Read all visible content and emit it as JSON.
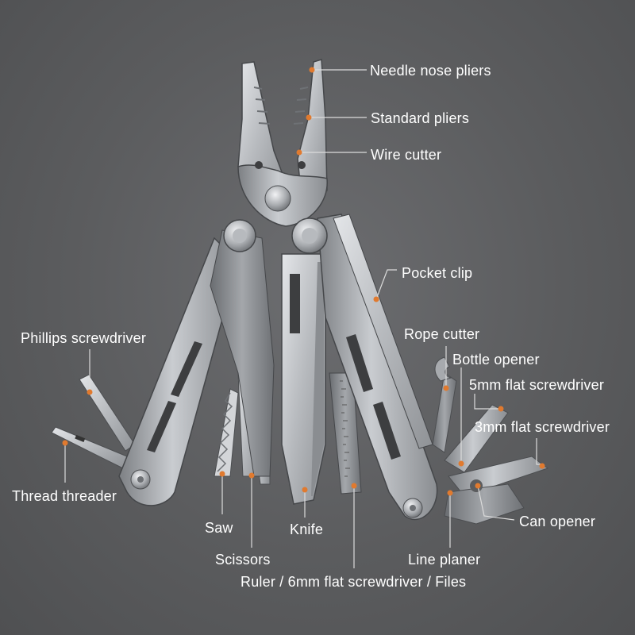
{
  "accent_color": "#e07a2f",
  "labels": {
    "needle_nose_pliers": "Needle nose pliers",
    "standard_pliers": "Standard pliers",
    "wire_cutter": "Wire cutter",
    "pocket_clip": "Pocket clip",
    "phillips_screwdriver": "Phillips screwdriver",
    "rope_cutter": "Rope cutter",
    "bottle_opener": "Bottle opener",
    "flat_5mm": "5mm flat screwdriver",
    "flat_3mm": "3mm flat screwdriver",
    "thread_threader": "Thread threader",
    "can_opener": "Can opener",
    "saw": "Saw",
    "knife": "Knife",
    "scissors": "Scissors",
    "line_planer": "Line planer",
    "ruler_files": "Ruler / 6mm flat screwdriver / Files"
  }
}
